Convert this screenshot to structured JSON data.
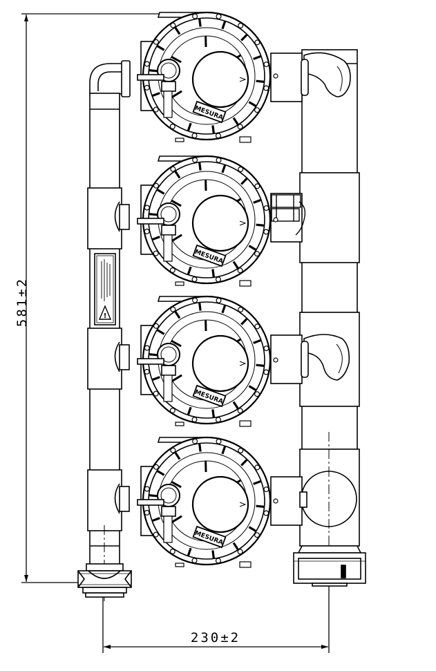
{
  "dimensions": {
    "height_label": "581±2",
    "width_label": "230±2"
  },
  "valves": [
    {
      "brand": "MESURA"
    },
    {
      "brand": "MESURA"
    },
    {
      "brand": "MESURA"
    },
    {
      "brand": "MESURA"
    }
  ],
  "warning_label": {
    "symbol": "!"
  },
  "colors": {
    "line": "#000000",
    "background": "#ffffff"
  }
}
